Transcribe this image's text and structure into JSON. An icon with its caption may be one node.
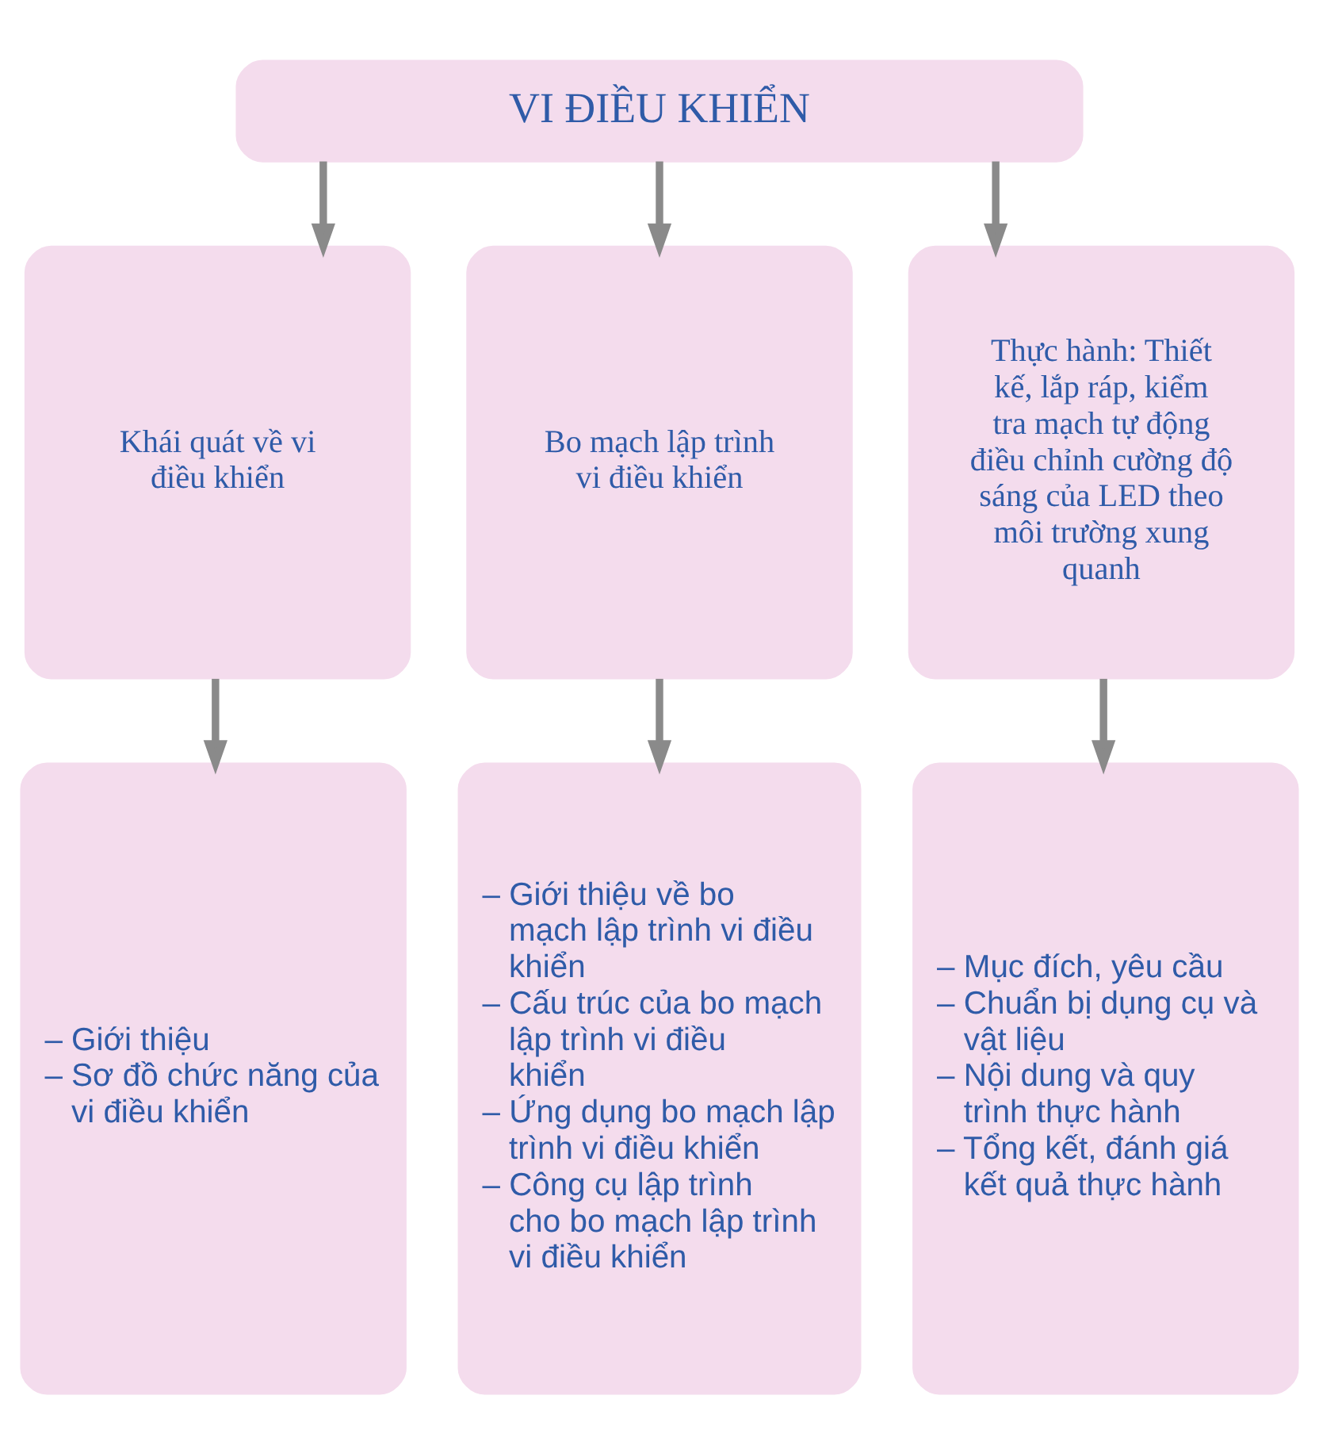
{
  "diagram": {
    "nodes": [
      {
        "text": [
          "VI ĐIỀU KHIỂN"
        ]
      },
      {
        "text": [
          "Khái quát về vi điều khiển"
        ]
      },
      {
        "text": [
          "Bo mạch lập trình vi điều khiển"
        ]
      },
      {
        "text": [
          "Thực hành: Thiết kế, lắp ráp, kiểm tra mạch tự động điều chỉnh cường độ sáng của LED theo môi trường xung quanh"
        ]
      },
      {
        "text": [
          "– Giới thiệu",
          "– Sơ đồ chức năng của vi điều khiển"
        ]
      },
      {
        "text": [
          "– Giới thiệu về bo mạch lập trình vi điều khiển",
          "– Cấu trúc của bo mạch lập trình vi điều khiển",
          "– Ứng dụng bo mạch lập trình vi điều khiển",
          "– Công cụ lập trình cho bo mạch lập trình vi điều khiển"
        ]
      },
      {
        "text": [
          "– Mục đích, yêu cầu",
          "– Chuẩn bị dụng cụ và vật liệu",
          "– Nội dung và quy trình thực hành",
          "– Tổng kết, đánh giá kết quả thực hành"
        ]
      }
    ],
    "edges": [
      {
        "from": 0,
        "to": 1,
        "arrow": "to"
      },
      {
        "from": 0,
        "to": 2,
        "arrow": "to"
      },
      {
        "from": 0,
        "to": 3,
        "arrow": "to"
      },
      {
        "from": 1,
        "to": 4,
        "arrow": "to"
      },
      {
        "from": 2,
        "to": 5,
        "arrow": "to"
      },
      {
        "from": 3,
        "to": 6,
        "arrow": "to"
      }
    ]
  }
}
